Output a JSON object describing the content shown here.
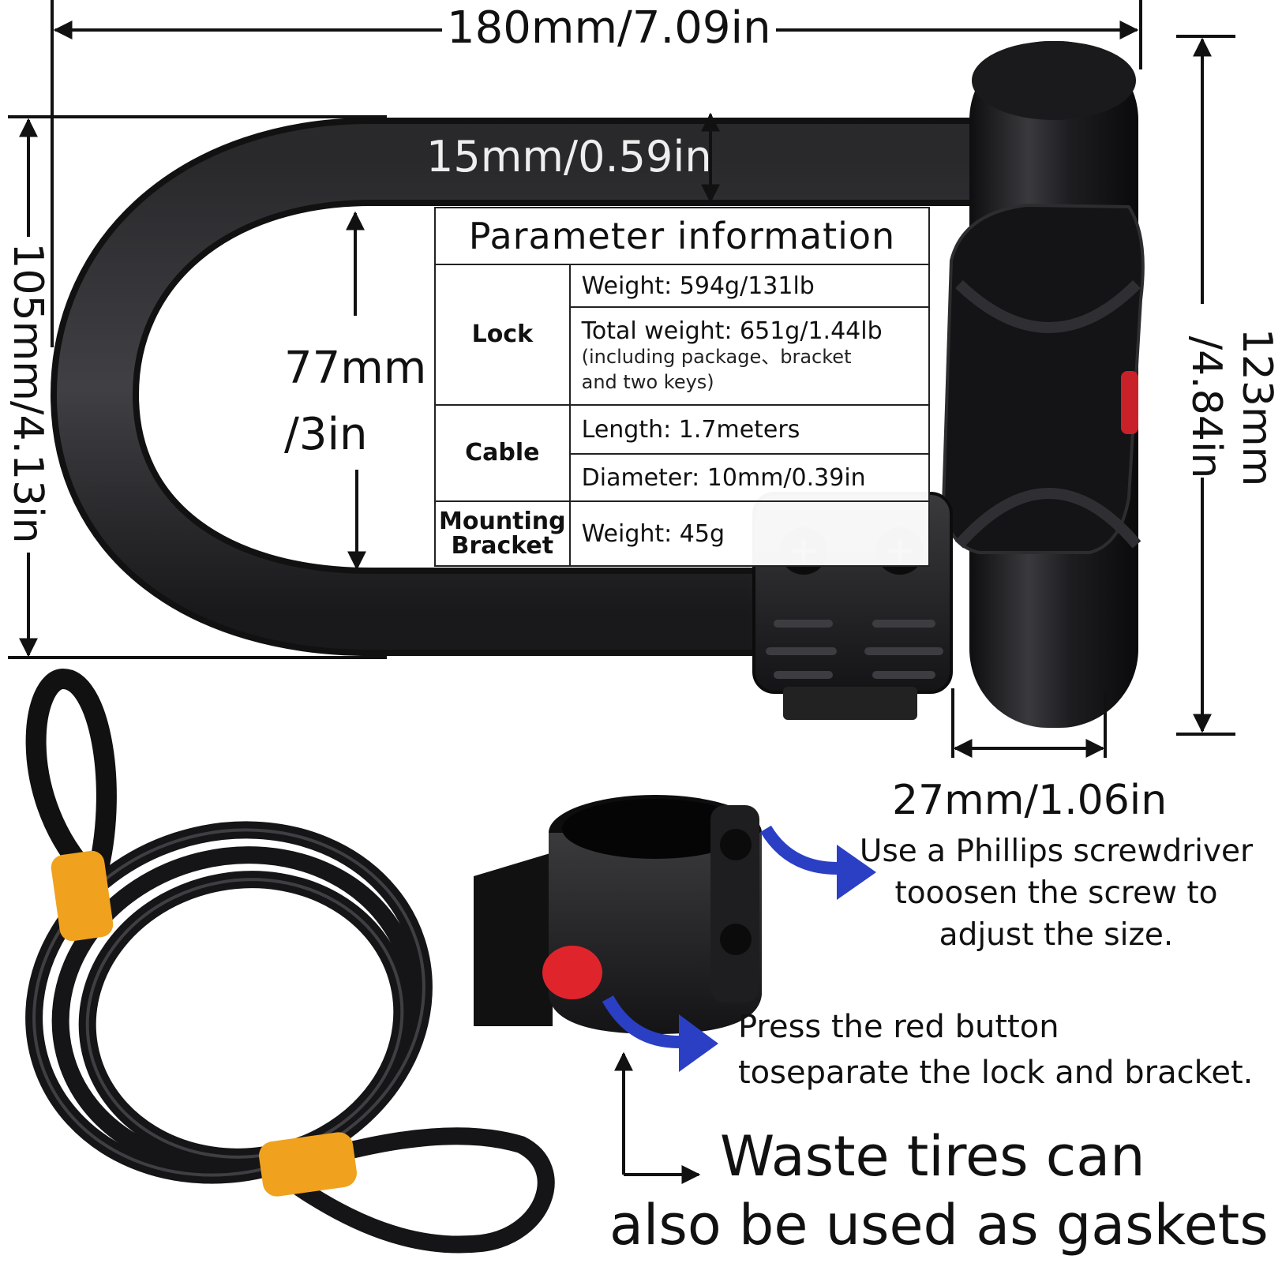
{
  "dimensions": {
    "overall_width": "180mm/7.09in",
    "shackle_thickness": "15mm/0.59in",
    "inner_height_line1": "77mm",
    "inner_height_line2": "/3in",
    "overall_height": "105mm/4.13in",
    "body_height_line1": "123mm",
    "body_height_line2": "/4.84in",
    "body_diameter": "27mm/1.06in"
  },
  "parameter_table": {
    "title": "Parameter information",
    "groups": {
      "lock": {
        "label": "Lock",
        "weight": "Weight: 594g/131lb",
        "total_weight": "Total weight: 651g/1.44lb",
        "note_line1": "(including package、bracket",
        "note_line2": "and two keys)"
      },
      "cable": {
        "label": "Cable",
        "length": "Length: 1.7meters",
        "diameter": "Diameter: 10mm/0.39in"
      },
      "bracket": {
        "label_line1": "Mounting",
        "label_line2": "Bracket",
        "weight": "Weight: 45g"
      }
    }
  },
  "captions": {
    "screw_line1": "Use a Phillips screwdriver",
    "screw_line2": "tooosen the screw to",
    "screw_line3": "adjust the size.",
    "button_line1": "Press the red button",
    "button_line2": "toseparate the lock and bracket.",
    "tires_line1": "Waste tires can",
    "tires_line2": "also be used as gaskets"
  },
  "colors": {
    "lock_body": "#1c1c1e",
    "arrow": "#2b3fc4",
    "red_button": "#e0242c",
    "cable_sleeve": "#f0a21e"
  }
}
